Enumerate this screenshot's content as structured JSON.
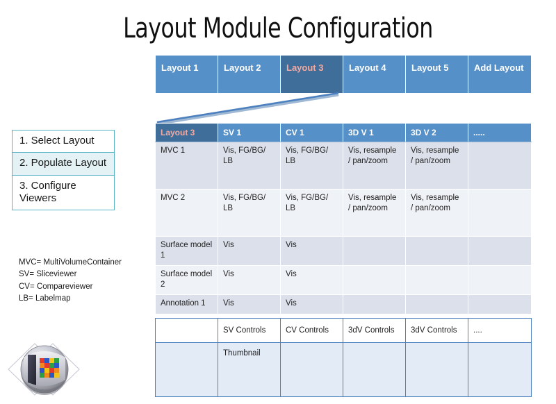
{
  "title": "Layout Module Configuration",
  "theme": {
    "header_blue": "#5590C8",
    "selected_blue": "#3F6E9B",
    "selected_text": "#F4A9A0",
    "band_a": "#DBE0EA",
    "band_b": "#EFF2F7",
    "panel_border": "#56B2C4",
    "panel_active_bg": "#E4F2F5",
    "controls_border": "#4C80BE",
    "controls_body_bg": "#E3EBF7",
    "connector": "#4C80BE"
  },
  "layout_tabs": [
    {
      "label": "Layout 1",
      "selected": false
    },
    {
      "label": "Layout 2",
      "selected": false
    },
    {
      "label": "Layout 3",
      "selected": true
    },
    {
      "label": "Layout 4",
      "selected": false
    },
    {
      "label": "Layout 5",
      "selected": false
    },
    {
      "label": "Add Layout",
      "selected": false
    }
  ],
  "steps": [
    {
      "label": "1. Select Layout",
      "active": false
    },
    {
      "label": "2. Populate Layout",
      "active": true
    },
    {
      "label": "3. Configure Viewers",
      "active": false
    }
  ],
  "config_table": {
    "columns": [
      "Layout 3",
      "SV 1",
      "CV 1",
      "3D V 1",
      "3D V 2",
      "....."
    ],
    "selected_column_index": 0,
    "rows": [
      {
        "band": "a",
        "height": "tall",
        "cells": [
          "MVC 1",
          "Vis, FG/BG/ LB",
          "Vis, FG/BG/ LB",
          "Vis, resample / pan/zoom",
          "Vis, resample / pan/zoom",
          ""
        ]
      },
      {
        "band": "b",
        "height": "tall",
        "cells": [
          "MVC 2",
          "Vis, FG/BG/ LB",
          "Vis, FG/BG/ LB",
          "Vis, resample / pan/zoom",
          "Vis, resample / pan/zoom",
          ""
        ]
      },
      {
        "band": "a",
        "height": "mid",
        "cells": [
          "Surface model 1",
          "Vis",
          "Vis",
          "",
          "",
          ""
        ]
      },
      {
        "band": "b",
        "height": "mid",
        "cells": [
          "Surface model 2",
          "Vis",
          "Vis",
          "",
          "",
          ""
        ]
      },
      {
        "band": "a",
        "height": "short",
        "cells": [
          "Annotation 1",
          "Vis",
          "Vis",
          "",
          "",
          ""
        ]
      }
    ]
  },
  "controls_table": {
    "header": [
      "",
      "SV Controls",
      "CV Controls",
      "3dV Controls",
      "3dV Controls",
      "...."
    ],
    "body": [
      "",
      "Thumbnail",
      "",
      "",
      "",
      ""
    ]
  },
  "legend": [
    "MVC= MultiVolumeContainer",
    "SV= Sliceviewer",
    "CV= Compareviewer",
    "LB= Labelmap"
  ],
  "logo": {
    "name": "3d-slicer-logo"
  }
}
